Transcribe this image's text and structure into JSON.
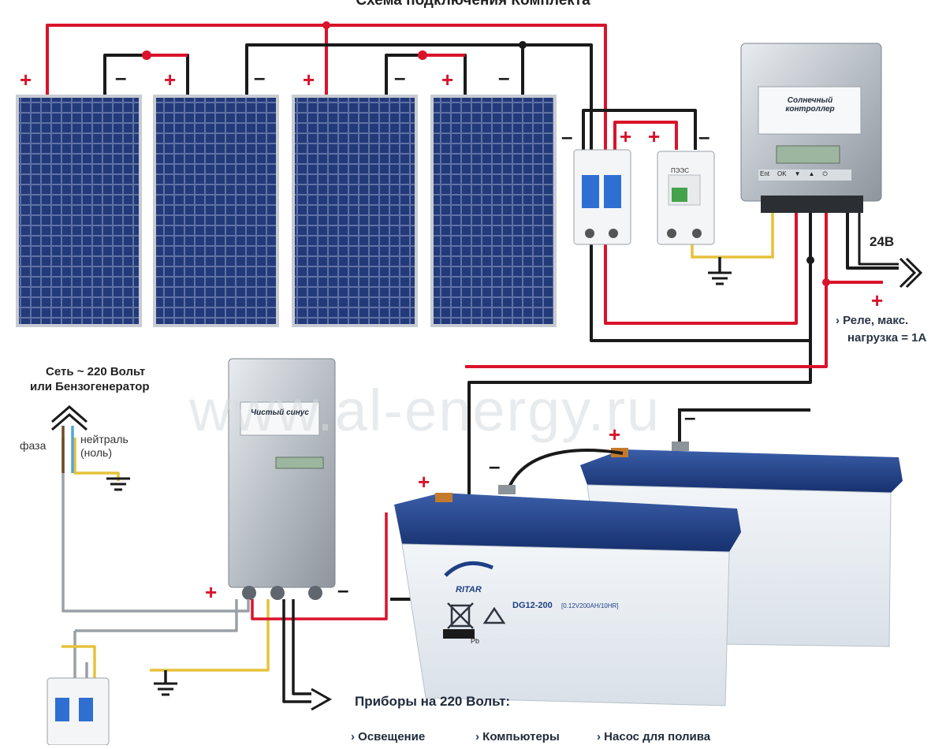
{
  "title": "Схема подключения Комплекта",
  "controller": {
    "label": "Солнечный контроллер",
    "buttons": [
      "Ent",
      "OK",
      "▼",
      "▲",
      "⏻"
    ]
  },
  "inverter": {
    "label": "Чистый синус"
  },
  "breaker_label": "ПЭЭС",
  "voltage_label": "24В",
  "relay_note": {
    "line1": "Реле, макс.",
    "line2": "нагрузка = 1А"
  },
  "grid": {
    "line1": "Сеть ~ 220 Вольт",
    "line2": "или Бензогенератор"
  },
  "phase_label": "фаза",
  "neutral": {
    "line1": "нейтраль",
    "line2": "(ноль)"
  },
  "battery": {
    "brand": "RITAR",
    "model": "DG12-200",
    "spec": "[0.12V200AH/10HR]",
    "chem": "Pb"
  },
  "devices": {
    "heading": "Приборы на 220 Вольт:",
    "items": [
      "Освещение",
      "Компьютеры",
      "Насос для полива"
    ]
  },
  "watermark": "www.al-energy.ru",
  "signs": {
    "plus": "+",
    "minus": "–"
  },
  "colors": {
    "positive_wire": "#d9132b",
    "negative_wire": "#1a1a1a",
    "ground_wire": "#e6c23a",
    "ac_wire": "#9aa0a6",
    "panel_cell": "#1d2f66",
    "battery_lid": "#1e3f86"
  }
}
